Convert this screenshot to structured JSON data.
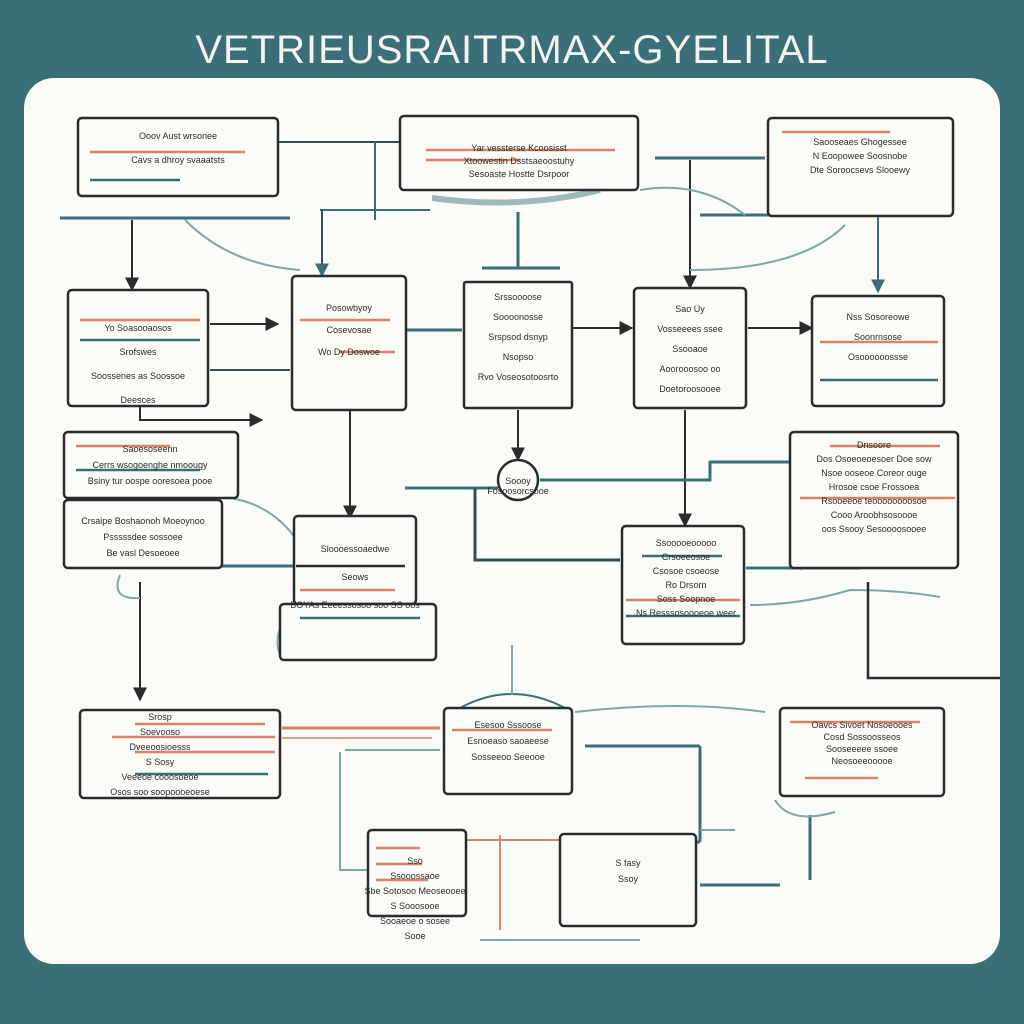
{
  "title": "VETRIEUSRAITRMAX-GYELITAL",
  "nodes": [
    {
      "id": "n1",
      "lines": [
        "Ooov Aust wrsonee",
        "",
        "Cavs a dhroy svaaatsts"
      ]
    },
    {
      "id": "n2",
      "lines": [
        "Yar vessterse Kcoosisst",
        "Xtoowestin Dsstsaeoostuhy",
        "Sesoaste Hostte Dsrpoor"
      ]
    },
    {
      "id": "n3",
      "lines": [
        "Saooseaes Ghogessee",
        "N Eoopowee Soosnobe",
        "Dte Soroocsevs Slooewy"
      ]
    },
    {
      "id": "n4",
      "lines": [
        "Yo Soasooaosos",
        "Srofswes",
        "Soossenes as Soossoe",
        "Deesces"
      ]
    },
    {
      "id": "n5",
      "lines": [
        "Posowbyoy",
        "Cosevosae",
        "Wo Dy Doswoe"
      ]
    },
    {
      "id": "n6",
      "lines": [
        "Srssoooose",
        "Soooonosse",
        "Srspsod dsnyp",
        "Nsopso",
        "Rvo Voseosotoosrto"
      ]
    },
    {
      "id": "n7",
      "lines": [
        "Sao Uy",
        "Vosseeees ssee",
        "Ssooaoe",
        "Aoorooosoo oo",
        "Doetoroosooee"
      ]
    },
    {
      "id": "n8",
      "lines": [
        "Nss Sosoreowe",
        "Soonrnsose",
        "Osoooooossse"
      ]
    },
    {
      "id": "n9",
      "lines": [
        "Saoesoseenn",
        "Cerrs wsogoenghe nmoougy",
        "Bsiny tur oospe ooresoea pooe"
      ]
    },
    {
      "id": "n10",
      "lines": [
        "Crsaipe Boshaonoh Moeoynoo",
        "Psssssdee sossoee",
        "Be vasl Desoeoee"
      ]
    },
    {
      "id": "n11",
      "lines": [
        "Sloooessoaedwe",
        "Seows",
        "BOYAs Eeeessosoo soo SS oos"
      ]
    },
    {
      "id": "n12",
      "lines": [
        "Ssooooeooooo",
        "Crsoeeosoe",
        "Csosoe csoeose",
        "Ro Drsorn",
        "Soss Soopnoe",
        "Ns Resssosoooeoe weer"
      ]
    },
    {
      "id": "n13",
      "lines": [
        "Dnsoore",
        "Dos Osoeoeoesoer Doe sow",
        "Nsoe ooseoe Coreor ouge",
        "Hrosoe csoe Frossoea",
        "Rsooeeoe teoooooooosoe",
        "Cooo Aroobhsosoooe",
        "oos Ssooy Sesoooosooee"
      ]
    },
    {
      "id": "n14",
      "lines": [
        "Srosp",
        "Soevooso",
        "Dveeoosioesss",
        "S Sosy",
        "Veeeoe cooosoeoe",
        "Osos soo soopoooeoese"
      ]
    },
    {
      "id": "n15",
      "lines": [
        "Esesoo Sssoose",
        "Esnoeaso saoaeese",
        "Sosseeoo Seeooe"
      ]
    },
    {
      "id": "n16",
      "lines": [
        "Oavcs Sivoet Nosoeooes",
        "Cosd Sossoosseos",
        "Sooseeeee ssoee",
        "Neosoeeooooe"
      ]
    },
    {
      "id": "n17",
      "lines": [
        "Soooy",
        "Fosoosorcsooe"
      ]
    },
    {
      "id": "n18",
      "lines": [
        "Sso",
        "Ssooossaoe",
        "Sbe Sotosoo Meoseooee",
        "S Sooosooe",
        "Sooaeoe o sosee",
        "Sooe"
      ]
    },
    {
      "id": "n19",
      "lines": [
        "S fasy",
        "Ssoy"
      ]
    }
  ]
}
